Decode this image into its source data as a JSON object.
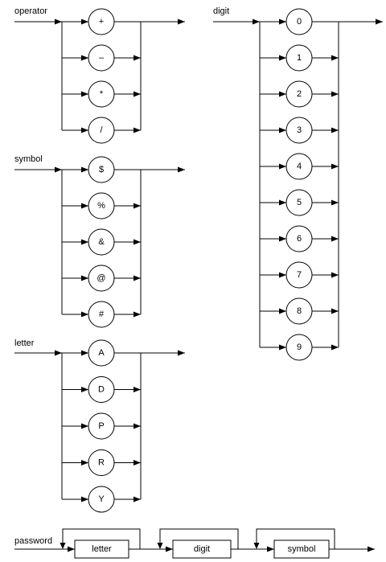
{
  "diagram": {
    "rules": [
      {
        "name": "operator",
        "alternatives": [
          "+",
          "–",
          "*",
          "/"
        ]
      },
      {
        "name": "symbol",
        "alternatives": [
          "$",
          "%",
          "&",
          "@",
          "#"
        ]
      },
      {
        "name": "letter",
        "alternatives": [
          "A",
          "D",
          "P",
          "R",
          "Y"
        ]
      },
      {
        "name": "digit",
        "alternatives": [
          "0",
          "1",
          "2",
          "3",
          "4",
          "5",
          "6",
          "7",
          "8",
          "9"
        ]
      }
    ],
    "sequence": {
      "name": "password",
      "parts": [
        "letter",
        "digit",
        "symbol"
      ]
    }
  }
}
